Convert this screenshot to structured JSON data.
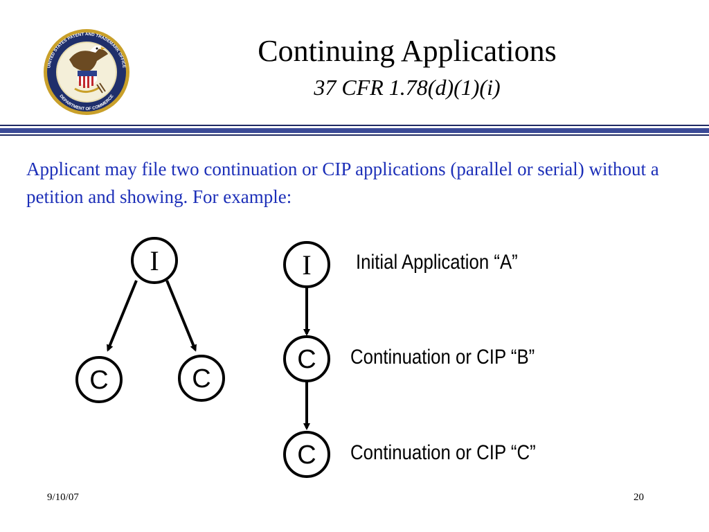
{
  "header": {
    "seal": {
      "ring_text_top": "UNITED STATES PATENT AND TRADEMARK OFFICE",
      "ring_text_bottom": "DEPARTMENT OF COMMERCE"
    },
    "title": "Continuing Applications",
    "subtitle": "37 CFR 1.78(d)(1)(i)"
  },
  "body": {
    "intro": "Applicant may file two continuation or CIP applications (parallel or serial) without a petition and showing.  For example:"
  },
  "diagram": {
    "parallel": {
      "top_node": "I",
      "left_node": "C",
      "right_node": "C"
    },
    "serial": {
      "node_1": "I",
      "node_2": "C",
      "node_3": "C",
      "label_1": "Initial Application “A”",
      "label_2": "Continuation or CIP “B”",
      "label_3": "Continuation or CIP “C”"
    }
  },
  "footer": {
    "date": "9/10/07",
    "page": "20"
  },
  "colors": {
    "body_text": "#1c2fb8",
    "rule": "#3b4a97"
  }
}
